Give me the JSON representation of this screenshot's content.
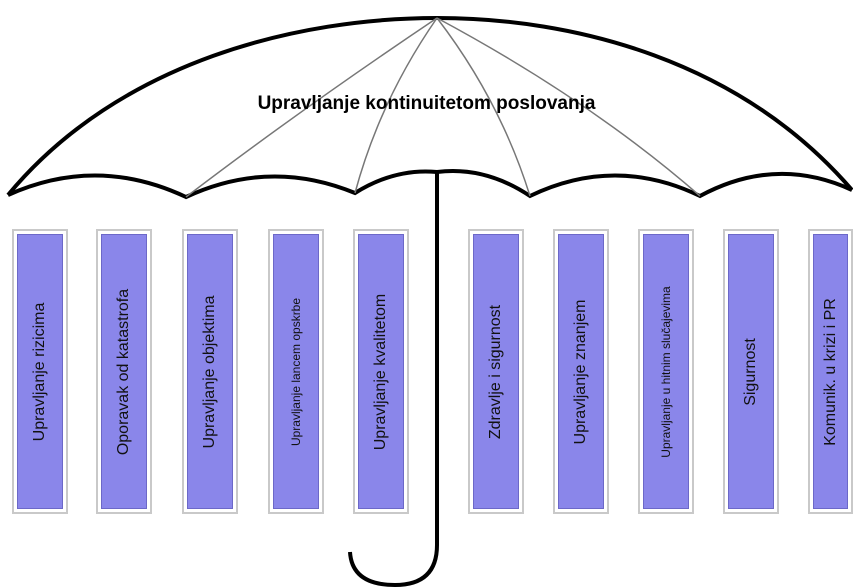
{
  "title": "Upravljanje kontinuitetom poslovanja",
  "colors": {
    "pillar_fill": "#8a86ea",
    "pillar_border": "#c9c9c9",
    "canopy_stroke": "#000000",
    "rib_stroke": "#666666"
  },
  "pillars": [
    {
      "label": "Upravljanje rizicima"
    },
    {
      "label": "Oporavak od katastrofa"
    },
    {
      "label": "Upravljanje objektima"
    },
    {
      "label": "Upravljanje lancem opskrbe"
    },
    {
      "label": "Upravljanje kvalitetom"
    },
    {
      "label": "Zdravlje i sigurnost"
    },
    {
      "label": "Upravljanje znanjem"
    },
    {
      "label": "Upravljanje  u hitnim slučajevima"
    },
    {
      "label": "Sigurnost"
    },
    {
      "label": "Komunik. u krizi i PR"
    }
  ]
}
